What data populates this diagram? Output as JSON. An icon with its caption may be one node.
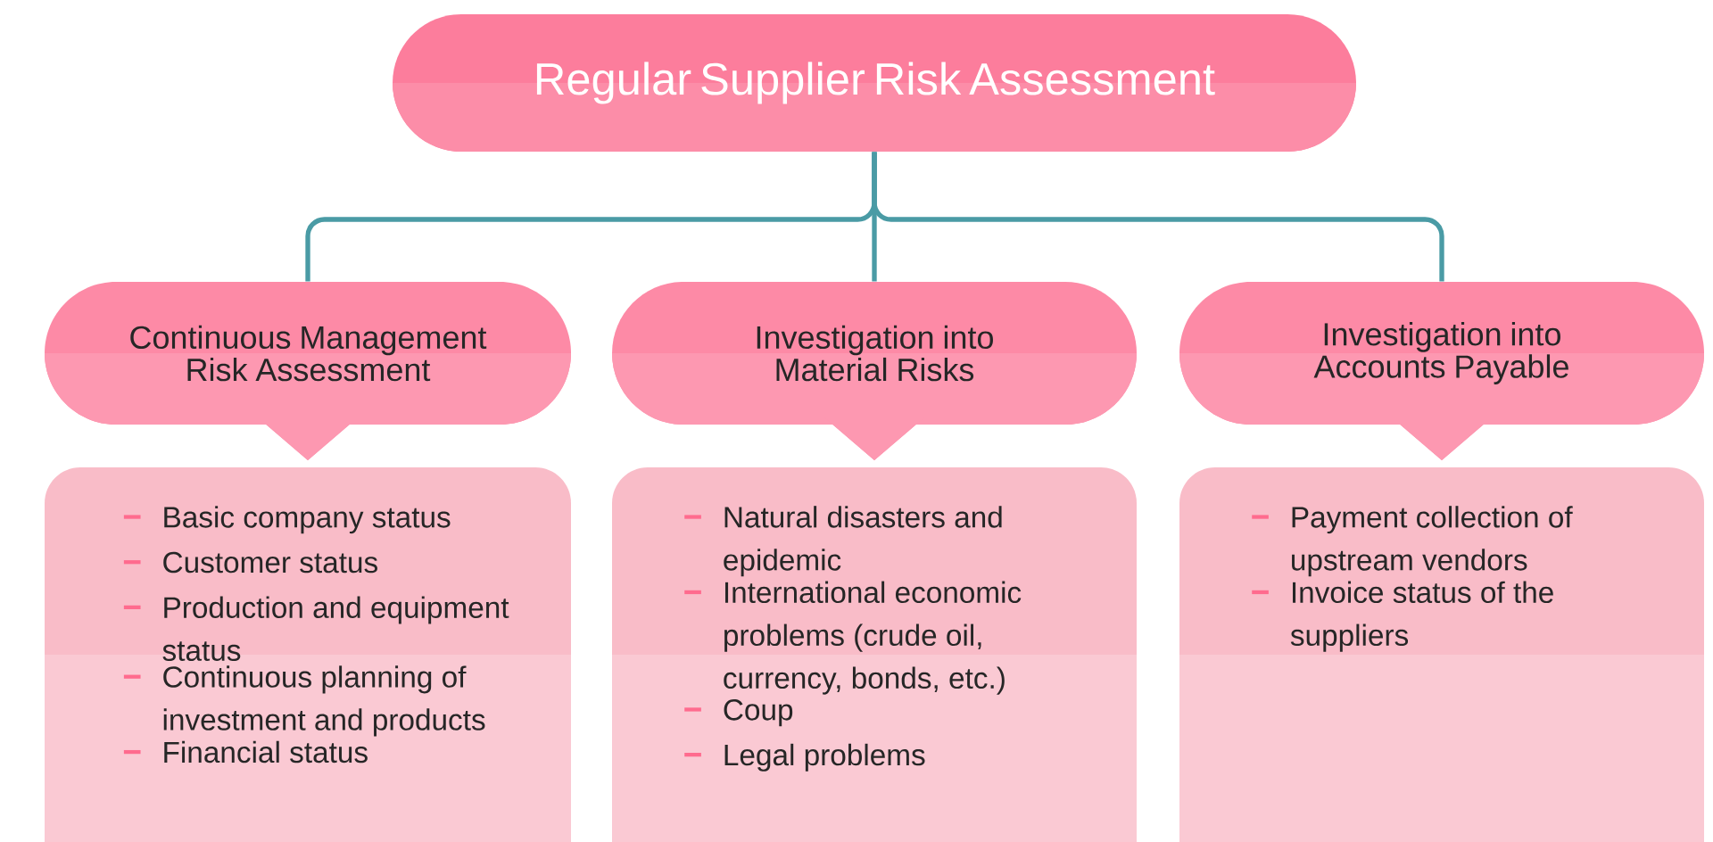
{
  "diagram": {
    "nodes": [
      {
        "text": [
          "Regular Supplier Risk Assessment"
        ]
      },
      {
        "text": [
          "Continuous Management Risk Assessment"
        ]
      },
      {
        "text": [
          "Investigation into Material Risks"
        ]
      },
      {
        "text": [
          "Investigation into Accounts Payable"
        ]
      },
      {
        "text": [
          "Basic company status",
          "Customer status",
          "Production and equipment status",
          "Continuous planning of investment and products",
          "Financial status"
        ]
      },
      {
        "text": [
          "Natural disasters and epidemic",
          "International economic problems (crude oil, currency, bonds, etc.)",
          "Coup",
          "Legal problems"
        ]
      },
      {
        "text": [
          "Payment collection of upstream vendors",
          "Invoice status of the suppliers"
        ]
      }
    ],
    "edges": [
      {
        "from": 0,
        "to": 1,
        "arrow": "none",
        "color": "#4a9ba5"
      },
      {
        "from": 0,
        "to": 2,
        "arrow": "none",
        "color": "#4a9ba5"
      },
      {
        "from": 0,
        "to": 3,
        "arrow": "none",
        "color": "#4a9ba5"
      }
    ]
  }
}
